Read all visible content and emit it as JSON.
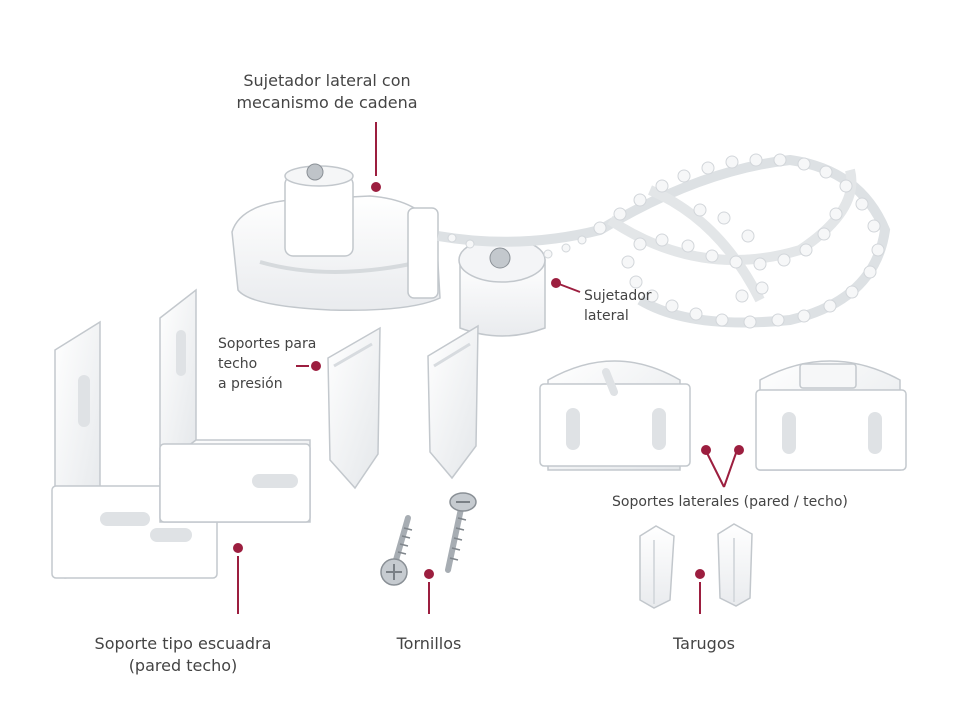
{
  "labels": {
    "sujetador_cadena": [
      "Sujetador lateral con",
      "mecanismo de cadena"
    ],
    "sujetador_lateral": [
      "Sujetador",
      "lateral"
    ],
    "soportes_techo": [
      "Soportes para",
      "techo",
      "a presión"
    ],
    "soportes_laterales": "Soportes laterales (pared / techo)",
    "soporte_escuadra": [
      "Soporte tipo escuadra",
      "(pared techo)"
    ],
    "tornillos": "Tornillos",
    "tarugos": "Tarugos"
  },
  "colors": {
    "accent": "#9c1e3f",
    "text": "#444444",
    "part": "#ffffff",
    "part_outline": "#b9bec3"
  }
}
